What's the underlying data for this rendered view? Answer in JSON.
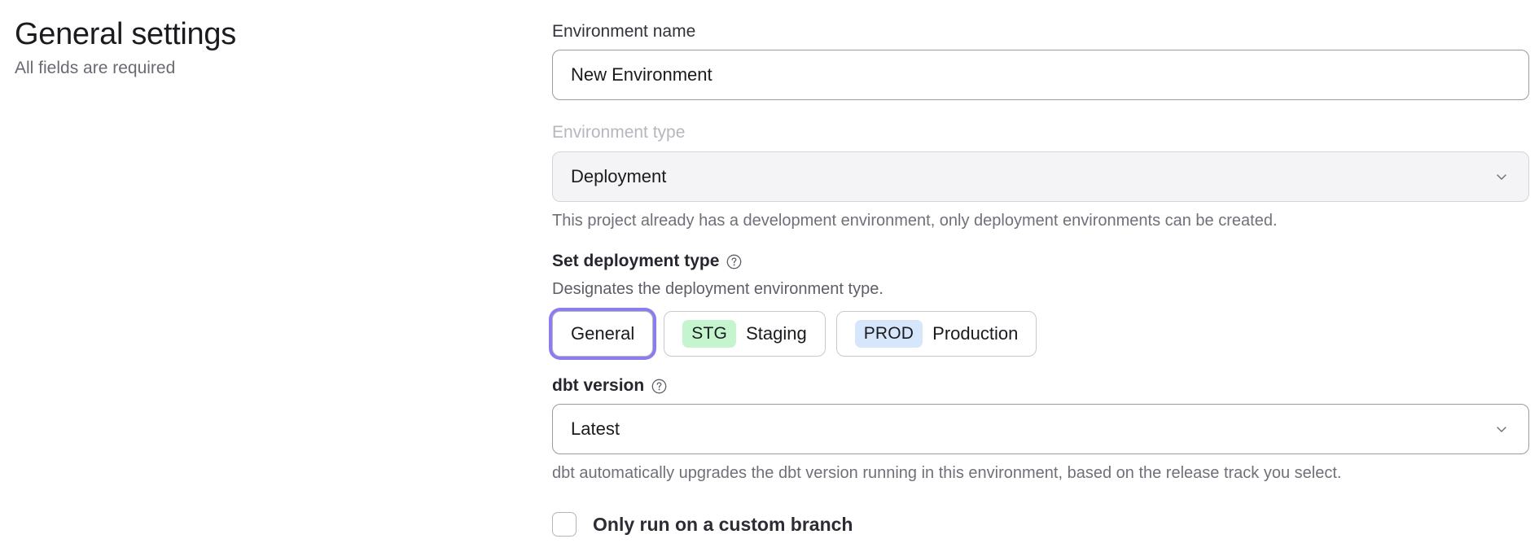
{
  "header": {
    "title": "General settings",
    "subtitle": "All fields are required"
  },
  "form": {
    "environment_name": {
      "label": "Environment name",
      "value": "New Environment",
      "placeholder": "Environment name"
    },
    "environment_type": {
      "label": "Environment type",
      "value": "Deployment",
      "disabled_note": "This project already has a development environment, only deployment environments can be created.",
      "chevron_icon": "chevron-down-icon"
    },
    "deployment_type": {
      "label": "Set deployment type",
      "help_icon": "question-circle-icon",
      "description": "Designates the deployment environment type.",
      "options": [
        {
          "label": "General",
          "badge": "",
          "badge_color": "",
          "selected": true
        },
        {
          "label": "Staging",
          "badge": "STG",
          "badge_color": "#c5f5ce",
          "selected": false
        },
        {
          "label": "Production",
          "badge": "PROD",
          "badge_color": "#d6e6fb",
          "selected": false
        }
      ]
    },
    "dbt_version": {
      "label": "dbt version",
      "help_icon": "question-circle-icon",
      "value": "Latest",
      "helper": "dbt automatically upgrades the dbt version running in this environment, based on the release track you select.",
      "chevron_icon": "chevron-down-icon"
    },
    "custom_branch": {
      "label": "Only run on a custom branch",
      "checked": false
    }
  },
  "colors": {
    "focus_ring": "#8b7cf0",
    "staging_badge": "#c5f5ce",
    "production_badge": "#d6e6fb",
    "disabled_bg": "#f4f4f6"
  }
}
